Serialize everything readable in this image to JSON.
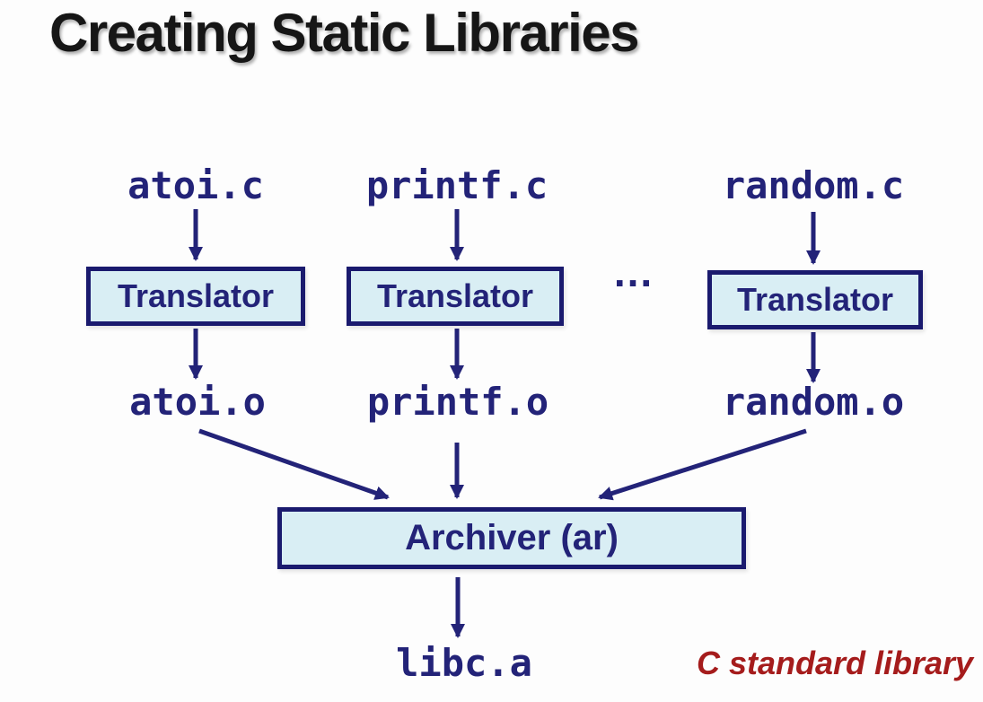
{
  "title": "Creating Static Libraries",
  "colors": {
    "navy": "#232378",
    "border-navy": "#1a1a6e",
    "box-fill": "#d9eef4",
    "red": "#a51c1c",
    "ink": "#161616",
    "bg": "#fdfdfd"
  },
  "diagram": {
    "sources": [
      "atoi.c",
      "printf.c",
      "random.c"
    ],
    "translator_label": "Translator",
    "ellipsis": "...",
    "objects": [
      "atoi.o",
      "printf.o",
      "random.o"
    ],
    "archiver_label": "Archiver (ar)",
    "output_label": "libc.a",
    "annotation": "C standard library"
  }
}
